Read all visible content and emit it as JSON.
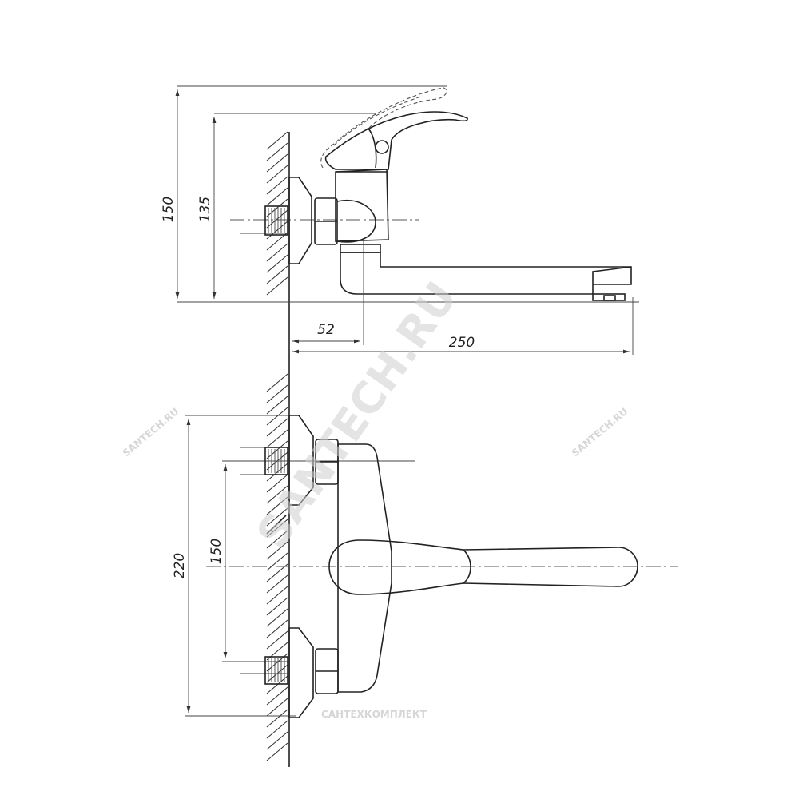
{
  "dimensions": {
    "top_total_height": "150",
    "top_height": "135",
    "wall_to_body": "52",
    "spout_reach": "250",
    "front_total_height": "220",
    "front_inlet_spacing": "150"
  },
  "watermarks": {
    "main": "SANTECH.RU",
    "left": "SANTECH.RU",
    "right": "SANTECH.RU",
    "brand": "САНТЕХКОМПЛЕКТ"
  },
  "colors": {
    "line": "#222222",
    "watermark": "#cfcfcf"
  }
}
